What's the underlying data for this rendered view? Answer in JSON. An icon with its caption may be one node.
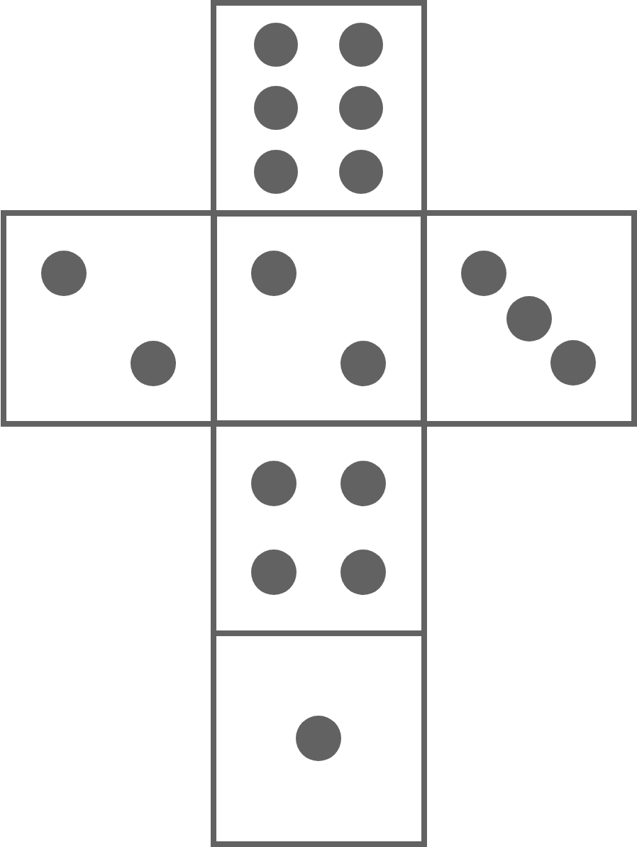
{
  "diagram": {
    "nodes": [
      {
        "text": [],
        "shape": "box"
      },
      {
        "text": [],
        "shape": "circle",
        "in": 0
      },
      {
        "text": [],
        "shape": "circle",
        "in": 0
      },
      {
        "text": [],
        "shape": "circle",
        "in": 0
      },
      {
        "text": [],
        "shape": "circle",
        "in": 0
      },
      {
        "text": [],
        "shape": "circle",
        "in": 0
      },
      {
        "text": [],
        "shape": "circle",
        "in": 0
      },
      {
        "text": [],
        "shape": "box"
      },
      {
        "text": [],
        "shape": "circle",
        "in": 7
      },
      {
        "text": [],
        "shape": "circle",
        "in": 7
      },
      {
        "text": [],
        "shape": "box"
      },
      {
        "text": [],
        "shape": "circle",
        "in": 10
      },
      {
        "text": [],
        "shape": "circle",
        "in": 10
      },
      {
        "text": [],
        "shape": "box"
      },
      {
        "text": [],
        "shape": "circle",
        "in": 13
      },
      {
        "text": [],
        "shape": "circle",
        "in": 13
      },
      {
        "text": [],
        "shape": "circle",
        "in": 13
      },
      {
        "text": [],
        "shape": "box"
      },
      {
        "text": [],
        "shape": "circle",
        "in": 17
      },
      {
        "text": [],
        "shape": "circle",
        "in": 17
      },
      {
        "text": [],
        "shape": "circle",
        "in": 17
      },
      {
        "text": [],
        "shape": "circle",
        "in": 17
      },
      {
        "text": [],
        "shape": "box"
      },
      {
        "text": [],
        "shape": "circle",
        "in": 22
      }
    ]
  }
}
